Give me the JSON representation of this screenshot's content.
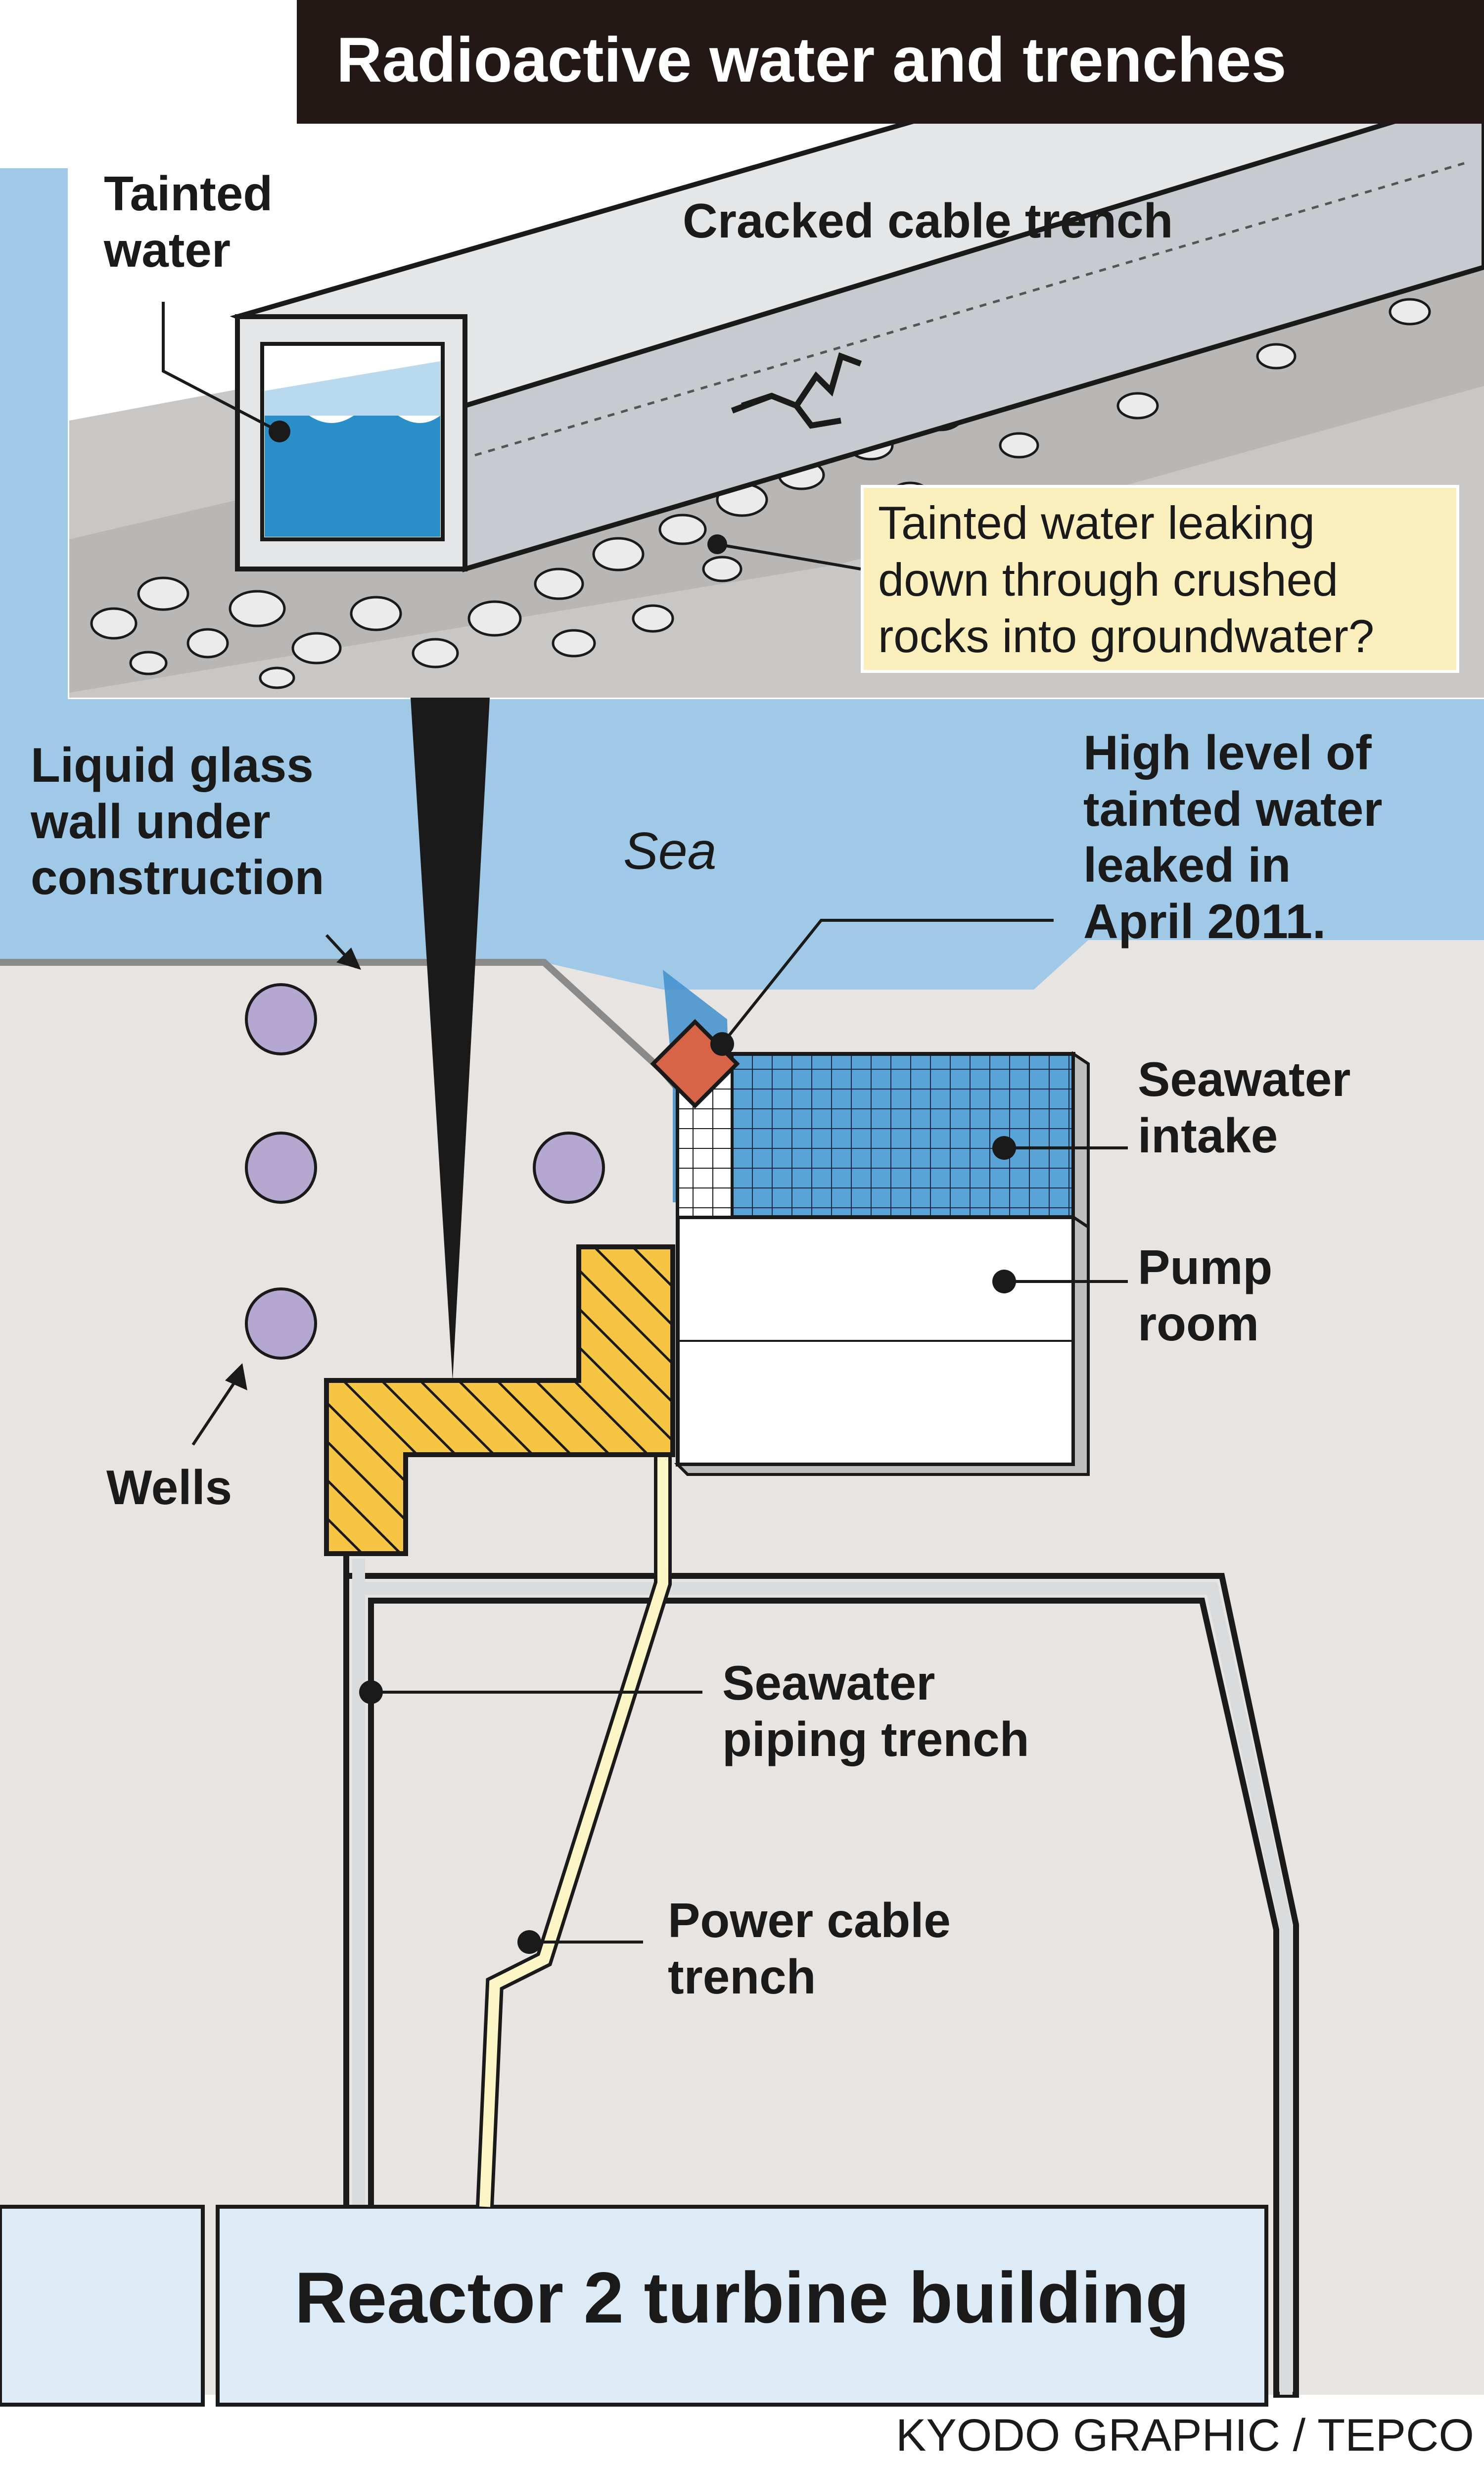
{
  "title": "Radioactive water and trenches",
  "inset": {
    "tainted_water": [
      "Tainted",
      "water"
    ],
    "cracked_cable_trench": "Cracked cable trench",
    "leak_question": [
      "Tainted water leaking",
      "down through crushed",
      "rocks into groundwater?"
    ]
  },
  "map": {
    "liquid_glass_wall": [
      "Liquid glass",
      "wall under",
      "construction"
    ],
    "sea": "Sea",
    "high_level_leak": [
      "High level of",
      "tainted water",
      "leaked in",
      "April 2011."
    ],
    "seawater_intake": [
      "Seawater",
      "intake"
    ],
    "pump_room": [
      "Pump",
      "room"
    ],
    "wells": "Wells",
    "seawater_piping_trench": [
      "Seawater",
      "piping trench"
    ],
    "power_cable_trench": [
      "Power cable",
      "trench"
    ],
    "reactor_building": "Reactor 2 turbine building"
  },
  "credit": "KYODO GRAPHIC / TEPCO",
  "colors": {
    "sea": "#9fc9e6",
    "land": "#e8e4e1",
    "wall_hatch": "#f5c543",
    "well": "#b4a8d1",
    "leak_point": "#d86448",
    "cable": "#fcf6c7",
    "building": "#dcebf5",
    "tainted_water": "#2a8fc9",
    "title_bg": "#231815"
  }
}
